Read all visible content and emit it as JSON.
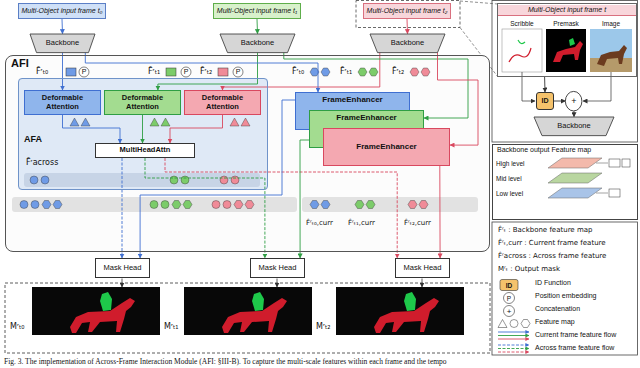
{
  "diagram": {
    "caption": "Fig. 3. The implementation of Across-Frame Interaction Module (AFI: §III-B). To capture the multi-scale features within each frame and the tempo",
    "nodes": [
      {
        "text": [
          "Multi-Object input frame t₀"
        ]
      },
      {
        "text": [
          "Multi-Object input frame t₁"
        ]
      },
      {
        "text": [
          "Multi-Object input frame t₂"
        ]
      },
      {
        "text": [
          "Backbone"
        ]
      },
      {
        "text": [
          "Backbone"
        ]
      },
      {
        "text": [
          "Backbone"
        ]
      },
      {
        "text": [
          "AFI"
        ]
      },
      {
        "text": [
          "AFA"
        ],
        "in": 6
      },
      {
        "text": [
          "Deformable Attention"
        ],
        "in": 7
      },
      {
        "text": [
          "Deformable Attention"
        ],
        "in": 7
      },
      {
        "text": [
          "Deformable Attention"
        ],
        "in": 7
      },
      {
        "text": [
          "MultiHeadAttn"
        ],
        "in": 7
      },
      {
        "text": [
          "FrameEnhancer"
        ],
        "in": 6
      },
      {
        "text": [
          "FrameEnhancer"
        ],
        "in": 6
      },
      {
        "text": [
          "FrameEnhancer"
        ],
        "in": 6
      },
      {
        "text": [
          "Mask Head"
        ]
      },
      {
        "text": [
          "Mask Head"
        ]
      },
      {
        "text": [
          "Mask Head"
        ]
      },
      {
        "text": [
          "Multi-Object input frame t"
        ]
      },
      {
        "text": [
          "ID"
        ]
      },
      {
        "text": [
          "+"
        ]
      },
      {
        "text": [
          "Backbone"
        ]
      },
      {
        "text": [
          "Backbone output Feature map"
        ]
      }
    ],
    "edges": [
      {
        "from": 0,
        "to": 3,
        "arrow": "to"
      },
      {
        "from": 1,
        "to": 4,
        "arrow": "to"
      },
      {
        "from": 2,
        "to": 5,
        "arrow": "to"
      },
      {
        "from": 3,
        "to": 8,
        "arrow": "to"
      },
      {
        "from": 4,
        "to": 9,
        "arrow": "to"
      },
      {
        "from": 5,
        "to": 10,
        "arrow": "to"
      },
      {
        "from": 3,
        "to": 12,
        "arrow": "to"
      },
      {
        "from": 4,
        "to": 13,
        "arrow": "to"
      },
      {
        "from": 5,
        "to": 14,
        "arrow": "to"
      },
      {
        "from": 8,
        "to": 11,
        "arrow": "to"
      },
      {
        "from": 9,
        "to": 11,
        "arrow": "to"
      },
      {
        "from": 10,
        "to": 11,
        "arrow": "to"
      },
      {
        "from": 11,
        "to": 15,
        "arrow": "to"
      },
      {
        "from": 11,
        "to": 16,
        "arrow": "to"
      },
      {
        "from": 11,
        "to": 17,
        "arrow": "to"
      },
      {
        "from": 12,
        "to": 15,
        "arrow": "to"
      },
      {
        "from": 13,
        "to": 16,
        "arrow": "to"
      },
      {
        "from": 14,
        "to": 17,
        "arrow": "to"
      },
      {
        "from": 18,
        "to": 19,
        "arrow": "to"
      },
      {
        "from": 19,
        "to": 20,
        "arrow": "to"
      },
      {
        "from": 20,
        "to": 21,
        "arrow": "to"
      }
    ],
    "labels": [
      "F̂ʳₜ₀",
      "P",
      "F̂ʳₜ₁",
      "P",
      "F̂ʳₜ₂",
      "P",
      "F̂ʳₜ₀",
      "F̂ʳₜ₁",
      "F̂ʳₜ₂",
      "F̂ʳacross",
      "F̂ʳₜ₀,curr",
      "F̂ʳₜ₁,curr",
      "F̂ʳₜ₂,curr",
      "Mʳₜ₀",
      "Mʳₜ₁",
      "Mʳₜ₂",
      "Scribble",
      "Premask",
      "Image",
      "High level",
      "Mid level",
      "Low level",
      "ID",
      "P",
      "+"
    ],
    "legend": [
      {
        "text": "F̂ʳₜ : Backbone feature map"
      },
      {
        "text": "F̂ʳₜ,curr : Current frame feature"
      },
      {
        "text": "F̂ʳacross : Across frame feature"
      },
      {
        "text": "Mʳₜ : Output mask"
      },
      {
        "text": "ID Function"
      },
      {
        "text": "Position embedding"
      },
      {
        "text": "Concatenation"
      },
      {
        "text": "Feature map"
      },
      {
        "text": "Current frame feature flow"
      },
      {
        "text": "Across frame feature flow"
      }
    ]
  }
}
